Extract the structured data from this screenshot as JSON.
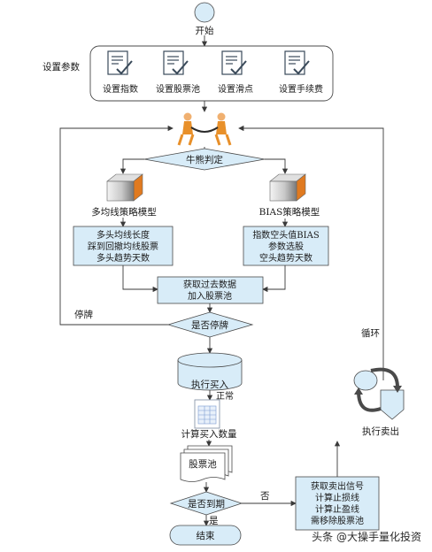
{
  "flow": {
    "start": "开始",
    "params_title": "设置参数",
    "params": [
      "设置指数",
      "设置股票池",
      "设置滑点",
      "设置手续费"
    ],
    "judge": "牛熊判定",
    "left_model": "多均线策略模型",
    "right_model": "BIAS策略模型",
    "left_box": [
      "多头均线长度",
      "踩到回撤均线股票",
      "多头趋势天数"
    ],
    "right_box": [
      "指数空头值BIAS",
      "参数选股",
      "空头趋势天数"
    ],
    "fetch_box": [
      "获取过去数据",
      "加入股票池"
    ],
    "suspend_q": "是否停牌",
    "suspend_label": "停牌",
    "buy": "执行买入",
    "normal_label": "正常",
    "calc_buy": "计算买入数量",
    "pool": "股票池",
    "expire_q": "是否到期",
    "no_label": "否",
    "yes_label": "是",
    "end": "结束",
    "sell_box": [
      "获取卖出信号",
      "计算止损线",
      "计算止盈线",
      "需移除股票池"
    ],
    "sell_label": "执行卖出",
    "loop_label": "循环"
  },
  "watermark": "头条 @大操手量化投资",
  "colors": {
    "box_fill": "#d8ecf8",
    "edge": "#3a3a3a",
    "figure": "#e8902a"
  }
}
